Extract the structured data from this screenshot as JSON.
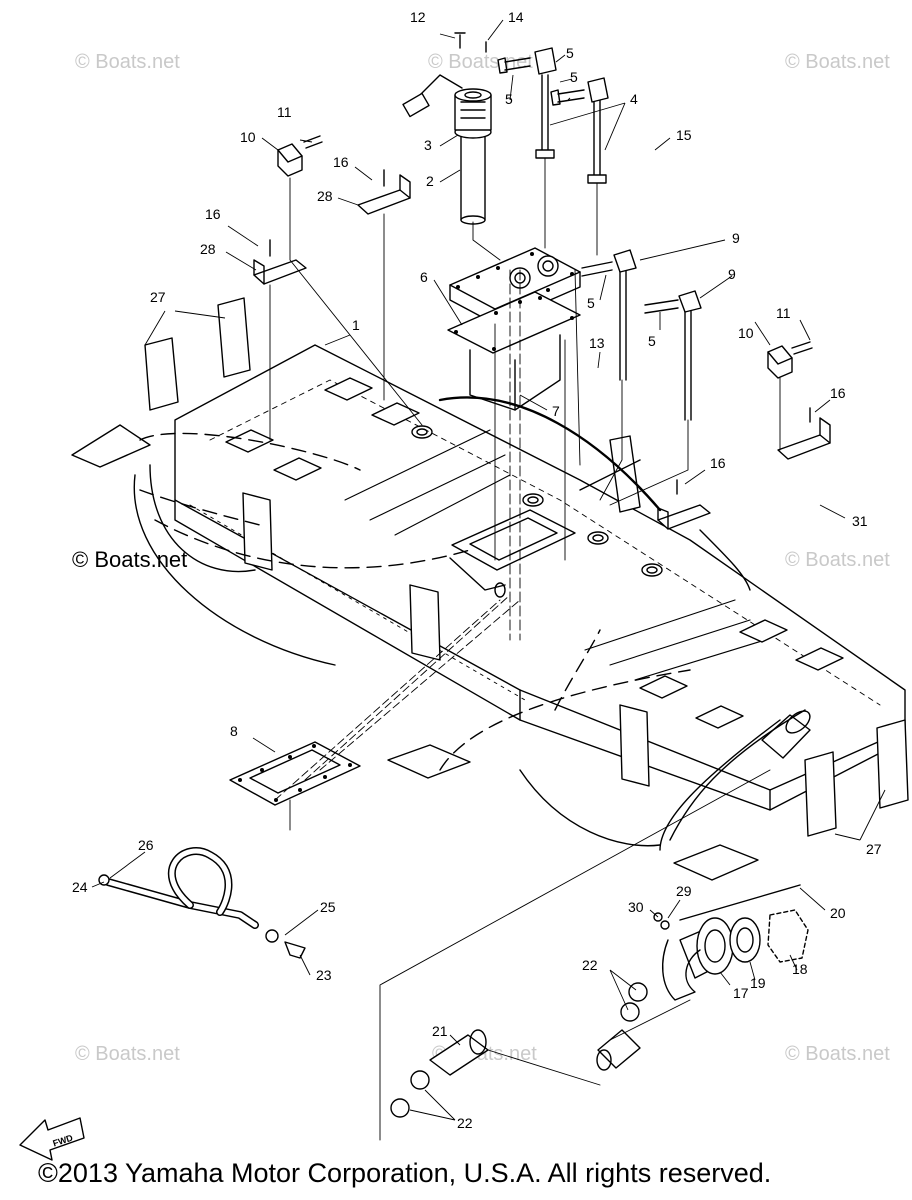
{
  "watermark_text": "© Boats.net",
  "watermark_strong_text": "© Boats.net",
  "copyright": "©2013 Yamaha Motor Corporation, U.S.A. All rights reserved.",
  "fwd_label": "FWD",
  "callouts": {
    "c1": "1",
    "c2": "2",
    "c3": "3",
    "c4": "4",
    "c5a": "5",
    "c5b": "5",
    "c5c": "5",
    "c5d": "5",
    "c5e": "5",
    "c6": "6",
    "c7": "7",
    "c8": "8",
    "c9a": "9",
    "c9b": "9",
    "c10a": "10",
    "c10b": "10",
    "c11a": "11",
    "c11b": "11",
    "c12": "12",
    "c13": "13",
    "c14": "14",
    "c15": "15",
    "c16a": "16",
    "c16b": "16",
    "c16c": "16",
    "c16d": "16",
    "c17": "17",
    "c18": "18",
    "c19": "19",
    "c20": "20",
    "c21": "21",
    "c22a": "22",
    "c22b": "22",
    "c23": "23",
    "c24": "24",
    "c25": "25",
    "c26": "26",
    "c27a": "27",
    "c27b": "27",
    "c28a": "28",
    "c28b": "28",
    "c29": "29",
    "c30": "30",
    "c31": "31"
  }
}
